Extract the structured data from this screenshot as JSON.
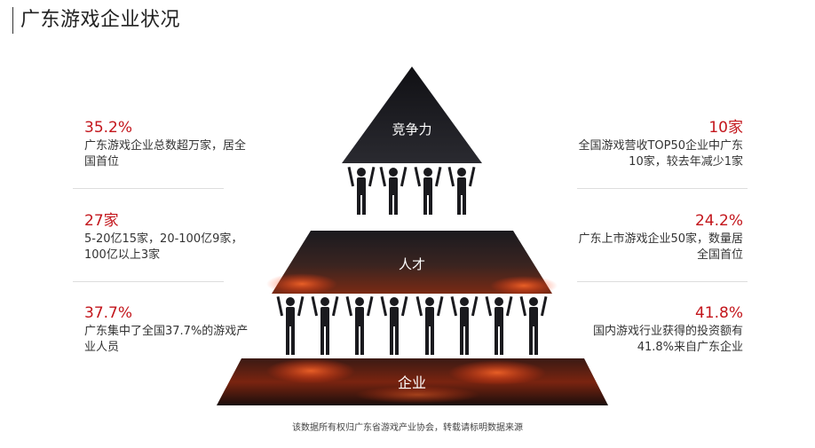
{
  "title": "广东游戏企业状况",
  "pyramid": {
    "top_label": "竞争力",
    "middle_label": "人才",
    "bottom_label": "企业"
  },
  "left_stats": [
    {
      "value": "35.2%",
      "desc_line1": "广东游戏企业总数超万家，居全",
      "desc_line2": "国首位"
    },
    {
      "value": "27家",
      "desc_line1": "5-20亿15家，20-100亿9家，",
      "desc_line2": "100亿以上3家"
    },
    {
      "value": "37.7%",
      "desc_line1": "广东集中了全国37.7%的游戏产",
      "desc_line2": "业人员"
    }
  ],
  "right_stats": [
    {
      "value": "10家",
      "desc_line1": "全国游戏营收TOP50企业中广东",
      "desc_line2": "10家，较去年减少1家"
    },
    {
      "value": "24.2%",
      "desc_line1": "广东上市游戏企业50家，数量居",
      "desc_line2": "全国首位"
    },
    {
      "value": "41.8%",
      "desc_line1": "国内游戏行业获得的投资额有",
      "desc_line2": "41.8%来自广东企业"
    }
  ],
  "footer": "该数据所有权归广东省游戏产业协会，转载请标明数据来源",
  "colors": {
    "accent": "#c3161c",
    "dark": "#1b1b1f",
    "lava": "#e0401a"
  }
}
